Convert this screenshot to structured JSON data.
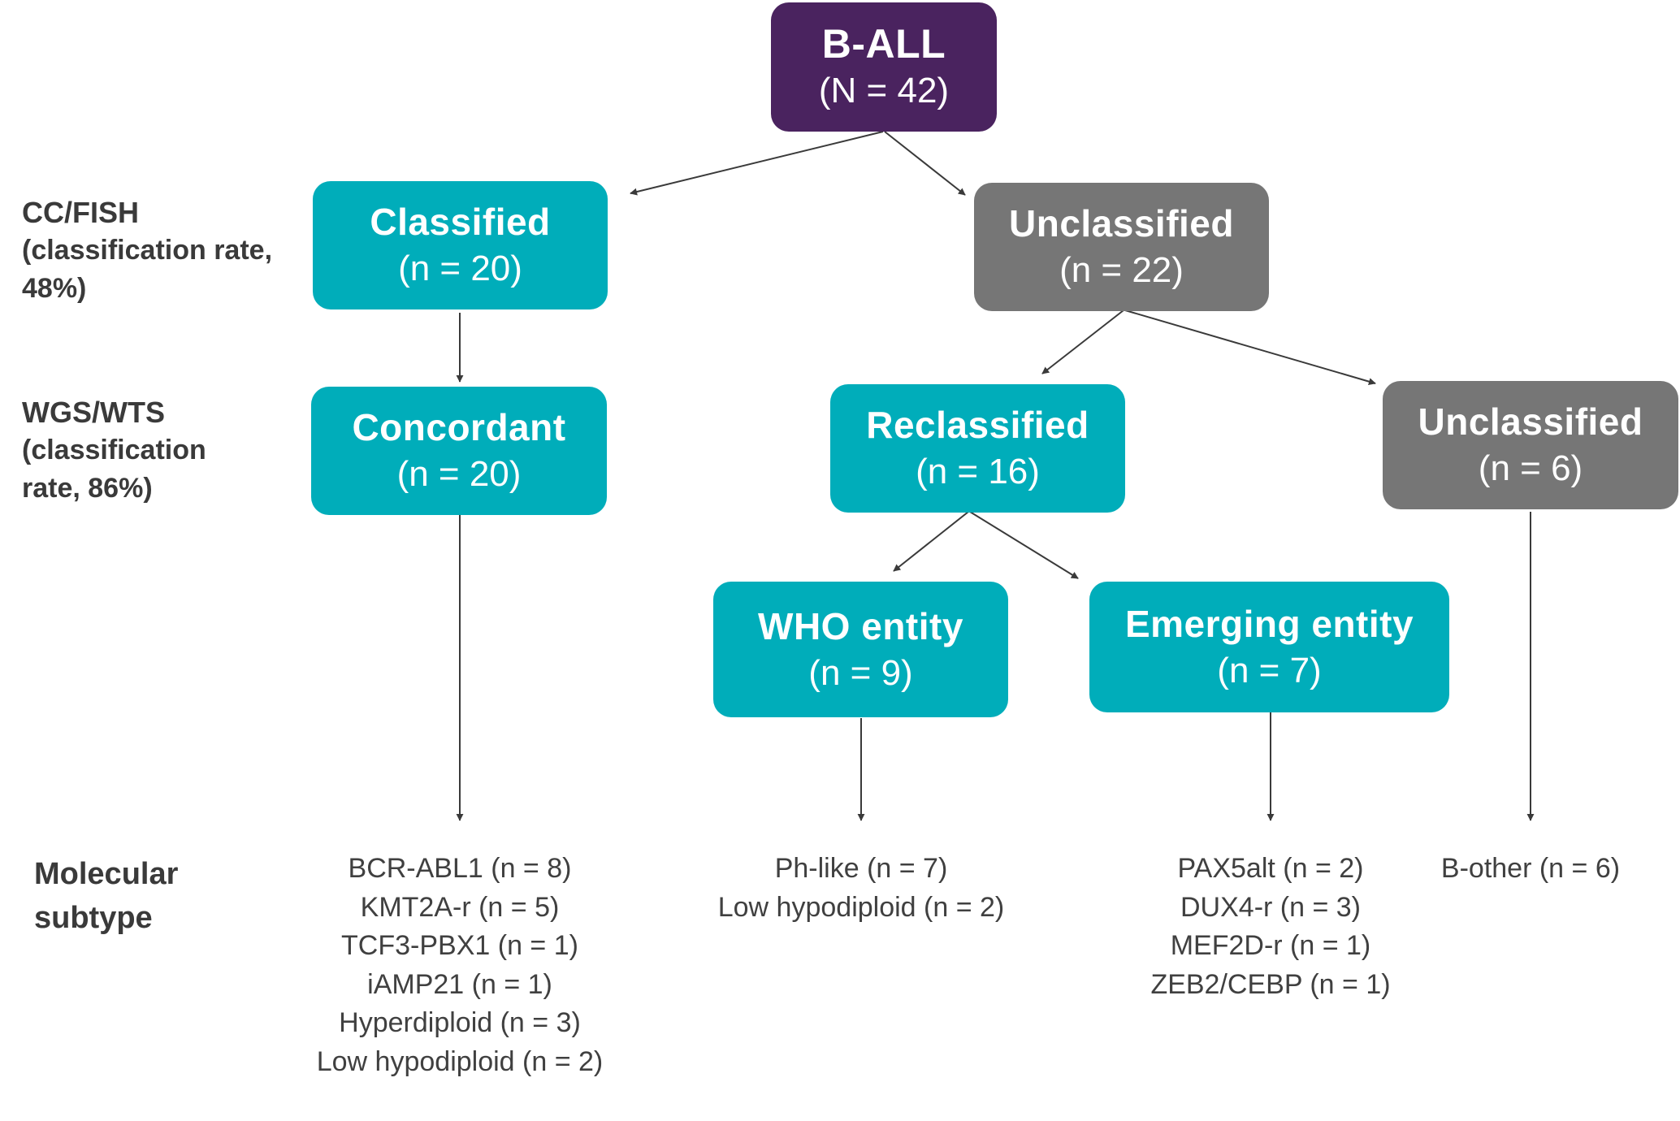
{
  "colors": {
    "root": "#4a235f",
    "classified": "#00adba",
    "unclassified": "#767676",
    "text_light": "#ffffff",
    "text_dark": "#404040",
    "connector": "#3a3a3a"
  },
  "row_labels": {
    "ccfish": {
      "head": "CC/FISH",
      "sub_line1": "(classification rate,",
      "sub_line2": "48%)"
    },
    "wgswts": {
      "head": "WGS/WTS",
      "sub_line1": "(classification",
      "sub_line2": "rate, 86%)"
    },
    "molecular": {
      "line1": "Molecular",
      "line2": "subtype"
    }
  },
  "nodes": {
    "root": {
      "title": "B-ALL",
      "count": "(N = 42)"
    },
    "classified": {
      "title": "Classified",
      "count": "(n = 20)"
    },
    "unclassified": {
      "title": "Unclassified",
      "count": "(n = 22)"
    },
    "concordant": {
      "title": "Concordant",
      "count": "(n = 20)"
    },
    "reclassified": {
      "title": "Reclassified",
      "count": "(n = 16)"
    },
    "unclassified_final": {
      "title": "Unclassified",
      "count": "(n = 6)"
    },
    "who_entity": {
      "title": "WHO entity",
      "count": "(n = 9)"
    },
    "emerging_entity": {
      "title": "Emerging entity",
      "count": "(n = 7)"
    }
  },
  "edges": [
    [
      "root",
      "classified"
    ],
    [
      "root",
      "unclassified"
    ],
    [
      "classified",
      "concordant"
    ],
    [
      "unclassified",
      "reclassified"
    ],
    [
      "unclassified",
      "unclassified_final"
    ],
    [
      "reclassified",
      "who_entity"
    ],
    [
      "reclassified",
      "emerging_entity"
    ],
    [
      "concordant",
      "subtypes_concordant"
    ],
    [
      "who_entity",
      "subtypes_who"
    ],
    [
      "emerging_entity",
      "subtypes_emerging"
    ],
    [
      "unclassified_final",
      "subtypes_other"
    ]
  ],
  "subtypes": {
    "concordant": [
      "BCR-ABL1 (n = 8)",
      "KMT2A-r (n = 5)",
      "TCF3-PBX1 (n = 1)",
      "iAMP21 (n = 1)",
      "Hyperdiploid (n = 3)",
      "Low hypodiploid (n = 2)"
    ],
    "who": [
      "Ph-like (n = 7)",
      "Low hypodiploid (n = 2)"
    ],
    "emerging": [
      "PAX5alt (n = 2)",
      "DUX4-r (n = 3)",
      "MEF2D-r (n = 1)",
      "ZEB2/CEBP (n = 1)"
    ],
    "other": [
      "B-other (n = 6)"
    ]
  }
}
